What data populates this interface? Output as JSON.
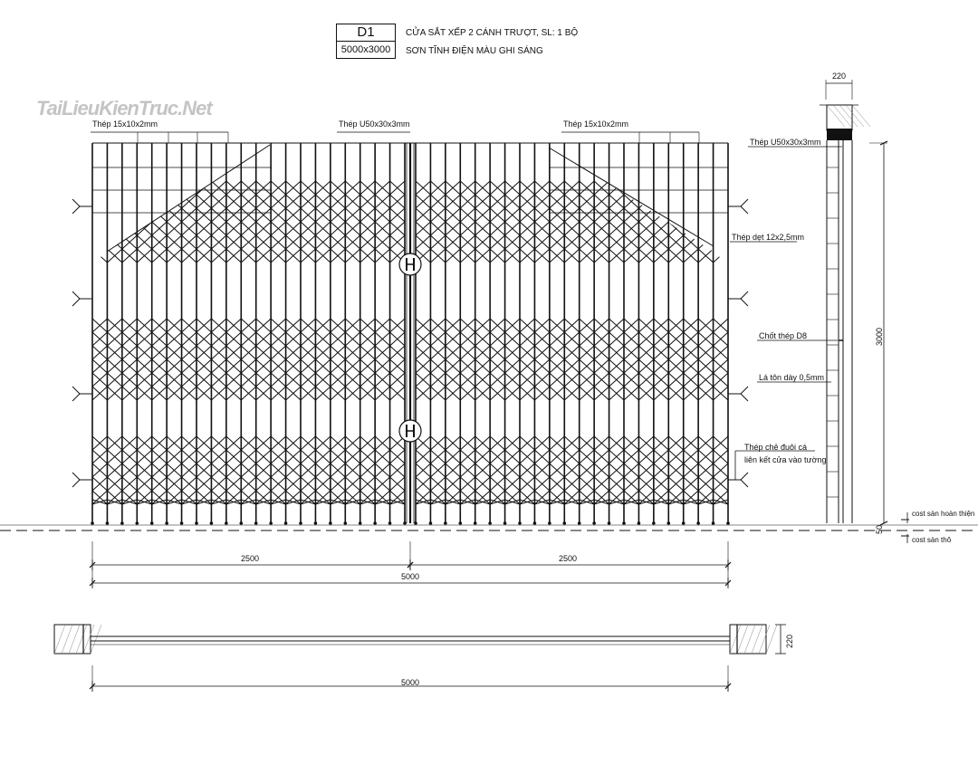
{
  "header": {
    "door_code": "D1",
    "door_size": "5000x3000",
    "title_line1": "CỬA SẮT XẾP 2 CÁNH TRƯỢT, SL: 1 BỘ",
    "title_line2": "SƠN TĨNH ĐIỆN MÀU GHI SÁNG"
  },
  "watermark": "TaiLieuKienTruc.Net",
  "elevation_labels": {
    "left_bar": "Thép 15x10x2mm",
    "center_post": "Thép U50x30x3mm",
    "right_bar": "Thép 15x10x2mm"
  },
  "section_labels": {
    "u_channel": "Thép U50x30x3mm",
    "flat_bar": "Thép dẹt 12x2,5mm",
    "pin": "Chốt thép D8",
    "sheet": "Lá tôn dày 0,5mm",
    "anchor_line1": "Thép chẻ đuôi cá",
    "anchor_line2": "liên kết cửa vào tường",
    "finished_floor": "cost sàn hoàn thiện",
    "rough_floor": "cost sàn thô"
  },
  "dimensions": {
    "left_leaf": "2500",
    "right_leaf": "2500",
    "total_width": "5000",
    "plan_width": "5000",
    "wall_thickness_top": "220",
    "wall_thickness_plan": "220",
    "height": "3000",
    "floor_offset": "50"
  },
  "colors": {
    "line": "#111111",
    "hatch": "#888888"
  }
}
